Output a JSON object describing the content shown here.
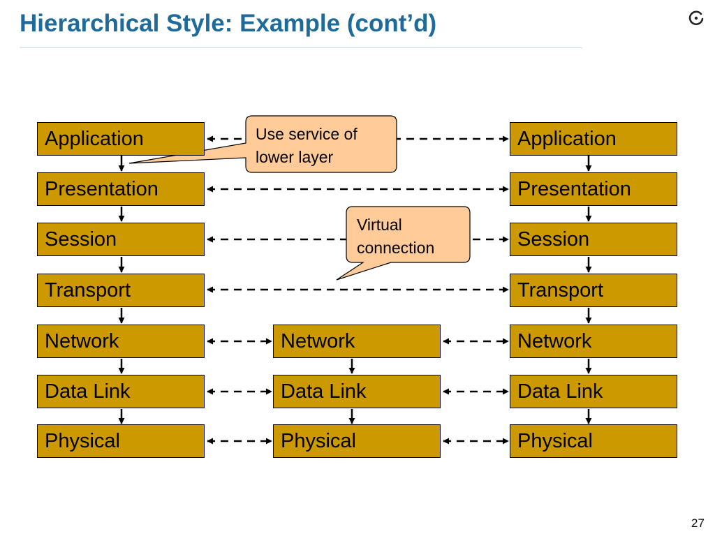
{
  "slide": {
    "title": "Hierarchical Style: Example (cont’d)",
    "page_number": "27"
  },
  "colors": {
    "title": "#1d6a9b",
    "layer_fill": "#cc9900",
    "callout_fill": "#ffcc99"
  },
  "stacks": {
    "left": [
      "Application",
      "Presentation",
      "Session",
      "Transport",
      "Network",
      "Data Link",
      "Physical"
    ],
    "middle": [
      "Network",
      "Data Link",
      "Physical"
    ],
    "right": [
      "Application",
      "Presentation",
      "Session",
      "Transport",
      "Network",
      "Data Link",
      "Physical"
    ]
  },
  "callouts": {
    "service": {
      "line1": "Use service of",
      "line2": "lower layer"
    },
    "virtual": {
      "line1": "Virtual",
      "line2": "connection"
    }
  }
}
